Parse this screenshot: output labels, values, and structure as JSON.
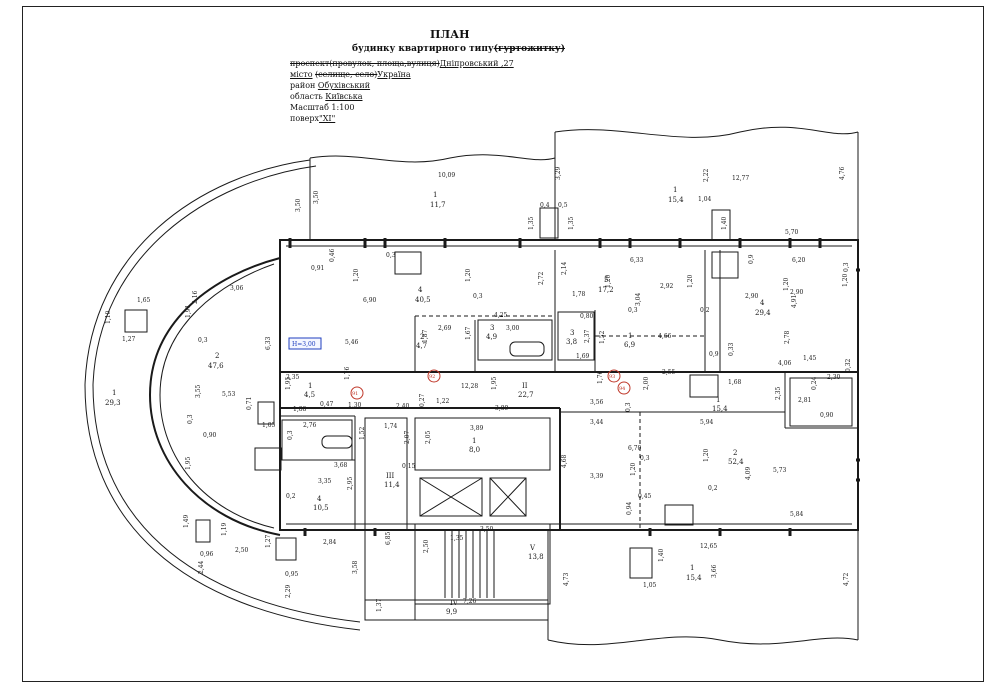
{
  "header": {
    "title": "ПЛАН",
    "subtitle_plain": "будинку квартирного типу",
    "subtitle_struck": "(гуртожитку)",
    "address_struck": "проспект(провулок, площа,вулиця)",
    "address_value": "Дніпровський ,27",
    "city_label": "місто",
    "city_struck": "(селище, село)",
    "city_value": "Україна",
    "district_label": "район",
    "district_value": "Обухівський",
    "region_label": "область",
    "region_value": "Київська",
    "scale": "Масштаб 1:100",
    "floor_label": "поверх",
    "floor_value": "\"XI\""
  },
  "rooms": {
    "r1": {
      "num": "1",
      "area": "29,3"
    },
    "r2": {
      "num": "2",
      "area": "47,6"
    },
    "r3": {
      "num": "1",
      "area": "11,7"
    },
    "r4": {
      "num": "4",
      "area": "40,5"
    },
    "r5": {
      "num": "1",
      "area": "15,4"
    },
    "r6": {
      "num": "5",
      "area": "17,2"
    },
    "r7": {
      "num": "4",
      "area": "29,4"
    },
    "r8": {
      "num": "2",
      "area": "4,7"
    },
    "r9": {
      "num": "3",
      "area": "4,9"
    },
    "r10": {
      "num": "3",
      "area": "3,8"
    },
    "r11": {
      "num": "1",
      "area": "6,9"
    },
    "r12": {
      "num": "1",
      "area": "4,5"
    },
    "r13": {
      "num": "II",
      "area": "22,7"
    },
    "r14": {
      "num": "1",
      "area": "15,4"
    },
    "r15": {
      "num": "1",
      "area": "8,0"
    },
    "r16": {
      "num": "2",
      "area": "52,4"
    },
    "r17": {
      "num": "III",
      "area": "11,4"
    },
    "r18": {
      "num": "4",
      "area": "10,5"
    },
    "r19": {
      "num": "V",
      "area": "13,8"
    },
    "r20": {
      "num": "IV",
      "area": "9,9"
    },
    "r21": {
      "num": "1",
      "area": "15,4"
    }
  },
  "dims": [
    {
      "t": "10,09"
    },
    {
      "t": "3,50"
    },
    {
      "t": "3,50"
    },
    {
      "t": "3,29"
    },
    {
      "t": "2,22"
    },
    {
      "t": "12,77"
    },
    {
      "t": "4,76"
    },
    {
      "t": "0,4"
    },
    {
      "t": "0,5"
    },
    {
      "t": "1,35"
    },
    {
      "t": "1,35"
    },
    {
      "t": "1,04"
    },
    {
      "t": "1,40"
    },
    {
      "t": "5,70"
    },
    {
      "t": "0,91"
    },
    {
      "t": "0,46"
    },
    {
      "t": "0,3"
    },
    {
      "t": "1,20"
    },
    {
      "t": "6,90"
    },
    {
      "t": "1,20"
    },
    {
      "t": "0,3"
    },
    {
      "t": "2,72"
    },
    {
      "t": "2,14"
    },
    {
      "t": "6,33"
    },
    {
      "t": "1,78"
    },
    {
      "t": "1,20"
    },
    {
      "t": "2,92"
    },
    {
      "t": "1,20"
    },
    {
      "t": "0,9"
    },
    {
      "t": "6,20"
    },
    {
      "t": "0,3"
    },
    {
      "t": "2,90"
    },
    {
      "t": "1,20"
    },
    {
      "t": "2,90"
    },
    {
      "t": "1,20"
    },
    {
      "t": "1,65"
    },
    {
      "t": "3,06"
    },
    {
      "t": "2,16"
    },
    {
      "t": "1,10"
    },
    {
      "t": "1,27"
    },
    {
      "t": "1,91"
    },
    {
      "t": "0,3"
    },
    {
      "t": "4,25"
    },
    {
      "t": "2,69"
    },
    {
      "t": "3,00"
    },
    {
      "t": "0,80"
    },
    {
      "t": "3,04"
    },
    {
      "t": "0,2"
    },
    {
      "t": "4,91"
    },
    {
      "t": "0,3"
    },
    {
      "t": "6,33"
    },
    {
      "t": "5,46"
    },
    {
      "t": "1,87"
    },
    {
      "t": "1,67"
    },
    {
      "t": "1,69"
    },
    {
      "t": "1,52"
    },
    {
      "t": "4,66"
    },
    {
      "t": "2,78"
    },
    {
      "t": "2,37"
    },
    {
      "t": "0,9"
    },
    {
      "t": "0,33"
    },
    {
      "t": "4,06"
    },
    {
      "t": "1,45"
    },
    {
      "t": "2,35"
    },
    {
      "t": "1,76"
    },
    {
      "t": "12,28"
    },
    {
      "t": "1,95"
    },
    {
      "t": "1,76"
    },
    {
      "t": "2,00"
    },
    {
      "t": "2,55"
    },
    {
      "t": "1,68"
    },
    {
      "t": "2,30"
    },
    {
      "t": "1,95"
    },
    {
      "t": "3,55"
    },
    {
      "t": "5,53"
    },
    {
      "t": "0,47"
    },
    {
      "t": "1,30"
    },
    {
      "t": "2,40"
    },
    {
      "t": "0,27"
    },
    {
      "t": "1,22"
    },
    {
      "t": "3,89"
    },
    {
      "t": "3,56"
    },
    {
      "t": "0,3"
    },
    {
      "t": "2,35"
    },
    {
      "t": "2,81"
    },
    {
      "t": "1,88"
    },
    {
      "t": "0,3"
    },
    {
      "t": "0,90"
    },
    {
      "t": "1,05"
    },
    {
      "t": "2,76"
    },
    {
      "t": "1,74"
    },
    {
      "t": "3,89"
    },
    {
      "t": "3,44"
    },
    {
      "t": "5,94"
    },
    {
      "t": "0,90"
    },
    {
      "t": "0,3"
    },
    {
      "t": "2,07"
    },
    {
      "t": "2,05"
    },
    {
      "t": "1,52"
    },
    {
      "t": "3,68"
    },
    {
      "t": "0,15"
    },
    {
      "t": "4,68"
    },
    {
      "t": "3,39"
    },
    {
      "t": "6,70"
    },
    {
      "t": "0,3"
    },
    {
      "t": "1,20"
    },
    {
      "t": "1,20"
    },
    {
      "t": "5,73"
    },
    {
      "t": "1,95"
    },
    {
      "t": "3,35"
    },
    {
      "t": "2,95"
    },
    {
      "t": "4,09"
    },
    {
      "t": "0,2"
    },
    {
      "t": "0,45"
    },
    {
      "t": "0,2"
    },
    {
      "t": "5,84"
    },
    {
      "t": "1,49"
    },
    {
      "t": "1,19"
    },
    {
      "t": "1,27"
    },
    {
      "t": "2,84"
    },
    {
      "t": "0,96"
    },
    {
      "t": "2,50"
    },
    {
      "t": "0,95"
    },
    {
      "t": "6,85"
    },
    {
      "t": "2,50"
    },
    {
      "t": "3,50"
    },
    {
      "t": "0,94"
    },
    {
      "t": "12,65"
    },
    {
      "t": "1,40"
    },
    {
      "t": "2,44"
    },
    {
      "t": "3,58"
    },
    {
      "t": "1,05"
    },
    {
      "t": "3,66"
    },
    {
      "t": "2,29"
    },
    {
      "t": "4,73"
    },
    {
      "t": "4,72"
    },
    {
      "t": "7,26"
    },
    {
      "t": "1,37"
    },
    {
      "t": "1,35"
    },
    {
      "t": "0,71"
    },
    {
      "t": "0,32"
    },
    {
      "t": "0,24"
    }
  ],
  "markers": {
    "m91": "91",
    "m92": "92",
    "m93": "93",
    "m94": "94"
  },
  "height_note": "H=3,00",
  "colors": {
    "line": "#1a1a1a",
    "marker": "#c0392b",
    "note_border": "#1f3fbf",
    "note_text": "#1f3fbf"
  }
}
